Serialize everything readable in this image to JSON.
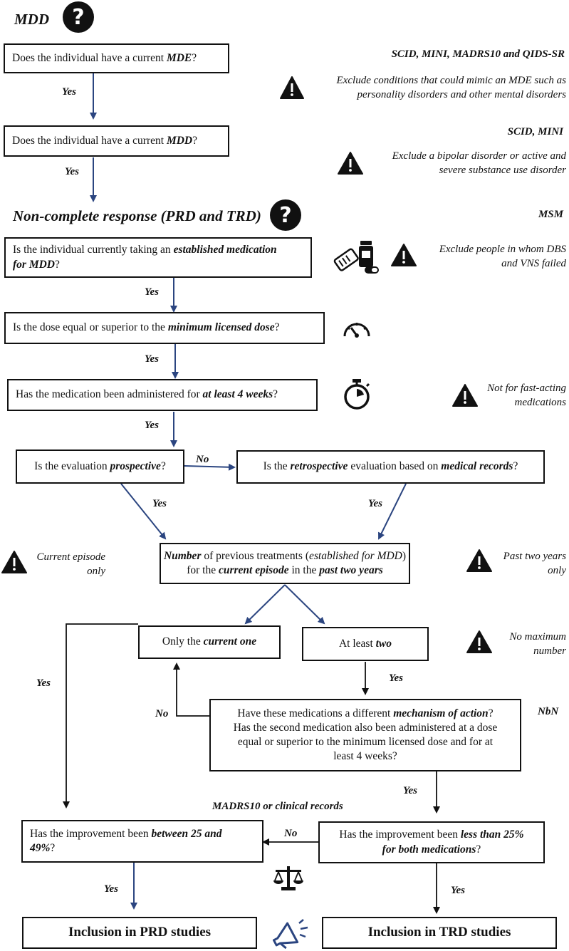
{
  "mdd": {
    "heading": "MDD",
    "q1": {
      "pre": "Does the individual have a current ",
      "em": "MDE",
      "post": "?"
    },
    "q1_tools": "SCID, MINI, MADRS10 and QIDS-SR",
    "q1_warning": [
      "Exclude conditions that could mimic an MDE such as",
      "personality disorders and other mental disorders"
    ],
    "yes1": "Yes",
    "q2": {
      "pre": "Does the individual have a current ",
      "em": "MDD",
      "post": "?"
    },
    "q2_tools": "SCID, MINI",
    "q2_warning": [
      "Exclude a bipolar disorder or active and",
      "severe substance use disorder"
    ],
    "yes2": "Yes"
  },
  "ncr": {
    "heading": "Non-complete response (PRD and TRD)",
    "tool": "MSM",
    "q_med": {
      "pre": "Is the individual currently taking an ",
      "em": "established medication",
      "em2": "for MDD",
      "post": "?"
    },
    "med_warning": [
      "Exclude people in whom DBS",
      "and VNS failed"
    ],
    "yes3": "Yes",
    "q_dose": {
      "pre": "Is the dose equal or superior to the ",
      "em": "minimum licensed dose",
      "post": "?"
    },
    "yes4": "Yes",
    "q_weeks": {
      "pre": "Has the medication been administered for ",
      "em": "at least 4 weeks",
      "post": "?"
    },
    "weeks_warning": [
      "Not for fast-acting",
      "medications"
    ],
    "yes5": "Yes",
    "q_prosp": {
      "pre": "Is the evaluation ",
      "em": "prospective",
      "post": "?"
    },
    "no1": "No",
    "q_retro": {
      "pre": "Is the ",
      "em": "retrospective",
      "mid": " evaluation based on ",
      "em2": "medical records",
      "post": "?"
    },
    "yes6": "Yes",
    "yes7": "Yes",
    "q_number": {
      "em": "Number",
      "t1": " of previous treatments (",
      "em2": "established for MDD",
      "t2": ")",
      "t3": "for the ",
      "em3": "current episode",
      "t4": " in the ",
      "em4": "past two years"
    },
    "current_warning": [
      "Current episode",
      "only"
    ],
    "past_warning": [
      "Past two years",
      "only"
    ],
    "only_current": {
      "pre": "Only the ",
      "em": "current one"
    },
    "at_least": {
      "pre": "At least ",
      "em": "two"
    },
    "max_warning": [
      "No maximum",
      "number"
    ],
    "yes8": "Yes",
    "yes9": "Yes",
    "q_mech": {
      "pre": "Have these medications a different ",
      "em": "mechanism of action",
      "post": "?",
      "l2": "Has the second medication also been administered at a dose",
      "l3": "equal or superior to the minimum licensed dose and for at",
      "l4": "least 4 weeks?"
    },
    "nbn": "NbN",
    "no2": "No",
    "yes10": "Yes",
    "madrs_label": "MADRS10 or clinical records",
    "q_improve_prd": {
      "pre": "Has the improvement been ",
      "em": "between 25 and",
      "em2": "49%",
      "post": "?"
    },
    "no3": "No",
    "q_improve_trd": {
      "pre": "Has the improvement been ",
      "em": "less than 25%",
      "em2": "for both medications",
      "post": "?"
    },
    "yes11": "Yes",
    "yes12": "Yes",
    "prd_result": "Inclusion in PRD studies",
    "trd_result": "Inclusion in TRD studies"
  },
  "icons": [
    "question-icon",
    "warning-icon",
    "medication-icon",
    "speedometer-icon",
    "stopwatch-icon",
    "scale-icon",
    "megaphone-icon"
  ],
  "colors": {
    "arrow_blue": "#2b4580",
    "arrow_black": "#111111",
    "icon_black": "#111111"
  }
}
